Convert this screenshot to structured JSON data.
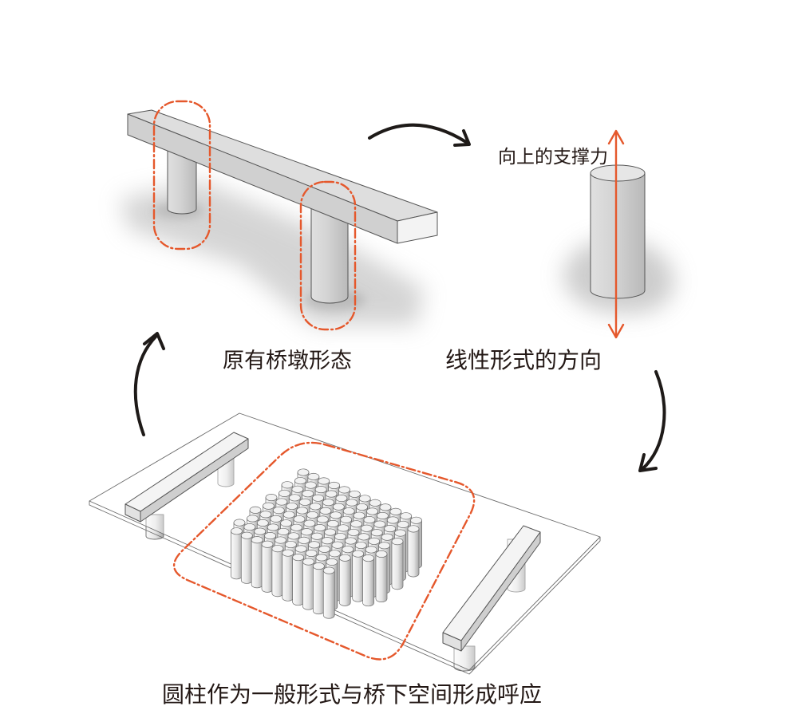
{
  "labels": {
    "upward_support": "向上的支撑力",
    "original_pier_form": "原有桥墩形态",
    "linear_form_direction": "线性形式的方向",
    "cylinder_echo": "圆柱作为一般形式与桥下空间形成呼应"
  },
  "colors": {
    "accent": "#e5582c",
    "arrow": "#1e1a18",
    "text": "#231815",
    "model_surface": "#d4d4d4"
  }
}
